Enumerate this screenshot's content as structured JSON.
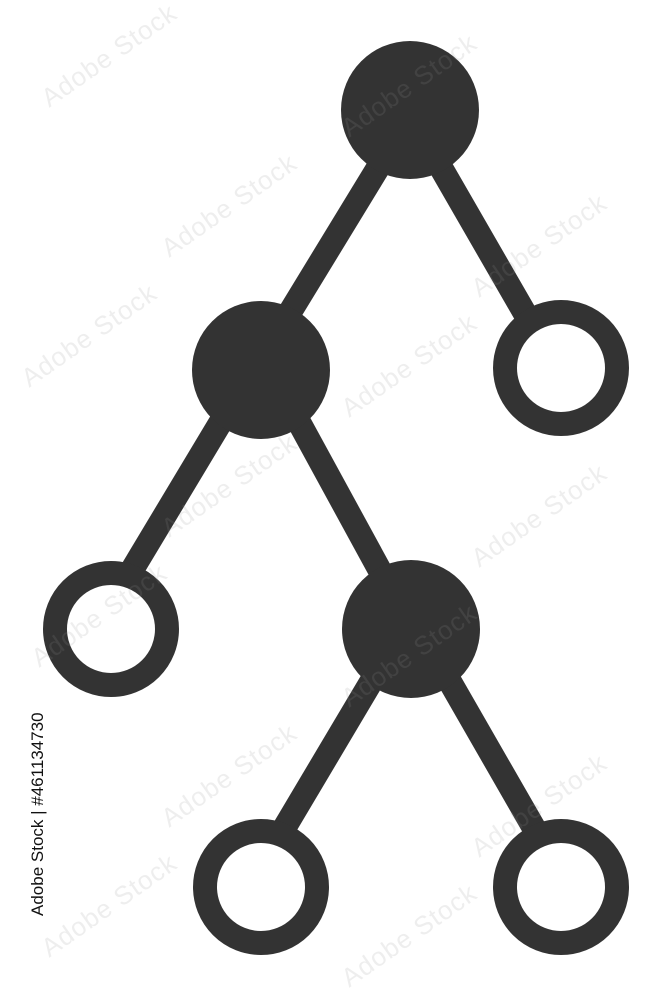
{
  "stock_id": "Adobe Stock | #461134730",
  "watermark_text": "Adobe Stock",
  "colors": {
    "icon": "#333333",
    "background": "#ffffff"
  },
  "icon": {
    "name": "binary-tree-icon",
    "nodes": [
      {
        "id": "root",
        "style": "filled"
      },
      {
        "id": "left-child",
        "style": "filled"
      },
      {
        "id": "right-child",
        "style": "hollow"
      },
      {
        "id": "left-left-leaf",
        "style": "hollow"
      },
      {
        "id": "left-right-child",
        "style": "filled"
      },
      {
        "id": "bottom-left-leaf",
        "style": "hollow"
      },
      {
        "id": "bottom-right-leaf",
        "style": "hollow"
      }
    ],
    "edges": [
      [
        "root",
        "left-child"
      ],
      [
        "root",
        "right-child"
      ],
      [
        "left-child",
        "left-left-leaf"
      ],
      [
        "left-child",
        "left-right-child"
      ],
      [
        "left-right-child",
        "bottom-left-leaf"
      ],
      [
        "left-right-child",
        "bottom-right-leaf"
      ]
    ]
  }
}
